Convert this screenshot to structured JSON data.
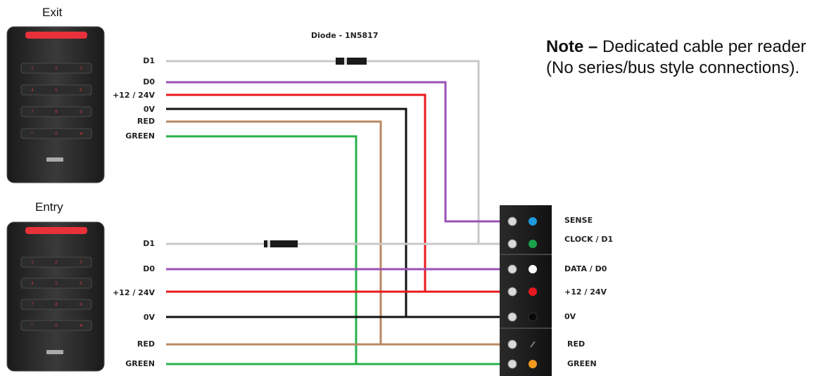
{
  "readers": [
    {
      "label": "Exit"
    },
    {
      "label": "Entry"
    }
  ],
  "diode_label": "Diode - 1N5817",
  "exit_wires": [
    "D1",
    "D0",
    "+12 / 24V",
    "0V",
    "RED",
    "GREEN"
  ],
  "entry_wires": [
    "D1",
    "D0",
    "+12 / 24V",
    "0V",
    "RED",
    "GREEN"
  ],
  "terminals": [
    "SENSE",
    "CLOCK / D1",
    "DATA / D0",
    "+12 / 24V",
    "0V",
    "RED",
    "GREEN"
  ],
  "note": {
    "bold": "Note –",
    "text": " Dedicated cable per reader (No series/bus style connections)."
  },
  "colors": {
    "D1": "#c8c8c8",
    "D0": "#9b4fb5",
    "power": "#e8191e",
    "ground": "#111111",
    "red_led": "#b98863",
    "green_led": "#27b24a",
    "led_sense": "#1e9be0",
    "led_clock": "#1aa34a",
    "led_data": "#ffffff",
    "led_power": "#e8191e",
    "led_ground": "#111111",
    "led_red": "#555555",
    "led_green": "#f39a1e"
  }
}
